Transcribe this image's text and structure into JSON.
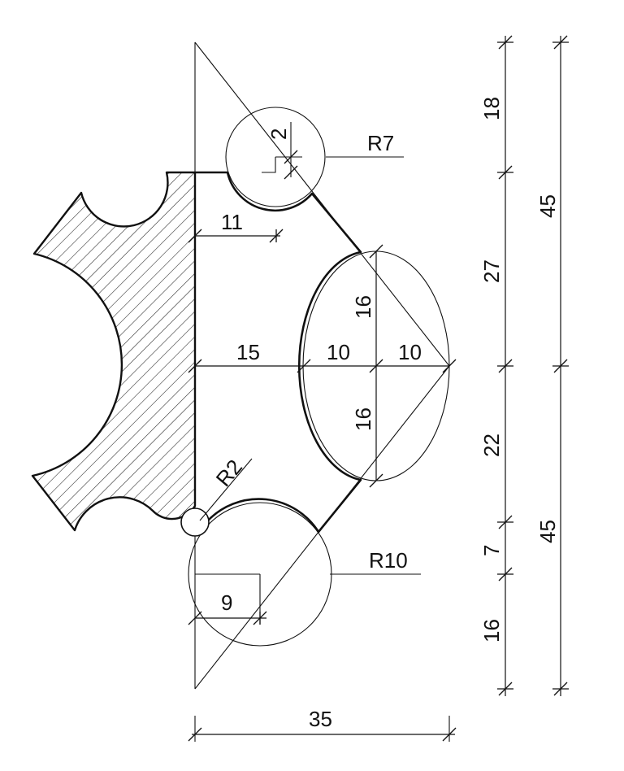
{
  "labels": {
    "r7": "R7",
    "r10": "R10",
    "r2": "R2",
    "d2": "2",
    "d11": "11",
    "d15": "15",
    "d10a": "10",
    "d10b": "10",
    "d16a": "16",
    "d16b": "16",
    "d9": "9",
    "d35": "35",
    "d18": "18",
    "d27": "27",
    "d22": "22",
    "d7": "7",
    "d16c": "16",
    "d45a": "45",
    "d45b": "45"
  },
  "colors": {
    "line": "#111111",
    "hatch": "#222222",
    "background": "#ffffff"
  }
}
